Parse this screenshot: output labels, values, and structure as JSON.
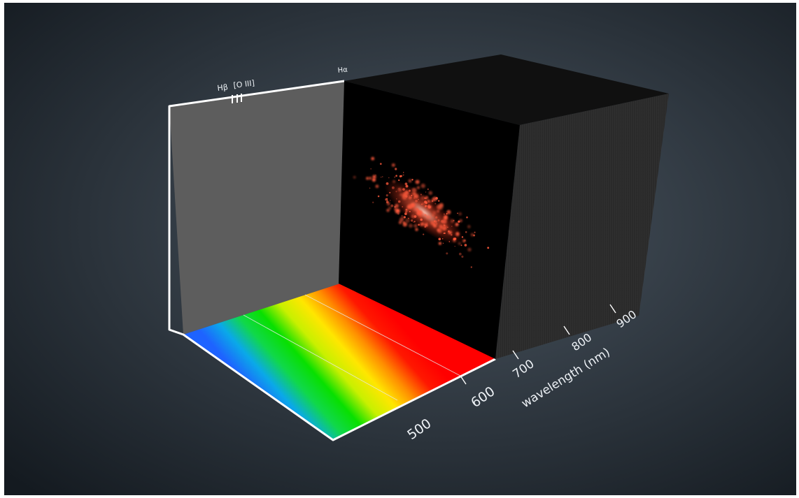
{
  "emission_lines": [
    {
      "label": "Hβ"
    },
    {
      "label": "[O III]"
    },
    {
      "label": "Hα"
    }
  ],
  "axis": {
    "label": "wavelength (nm)",
    "ticks": [
      "500",
      "600",
      "700",
      "800",
      "900"
    ]
  },
  "colors": {
    "background_center": "#4b5661",
    "background_edge": "#141a20",
    "panel": "#5d5d5d",
    "frame": "#ffffff",
    "cube_face": "#000000",
    "cube_side": "#262626",
    "cube_top": "#101010",
    "spectrum": [
      "#1e63ff",
      "#0aa9e8",
      "#10d84a",
      "#08e000",
      "#c8f000",
      "#ffe600",
      "#ff8c00",
      "#ff1800",
      "#ff0000"
    ],
    "galaxy_glow": "#ff5a3c"
  }
}
